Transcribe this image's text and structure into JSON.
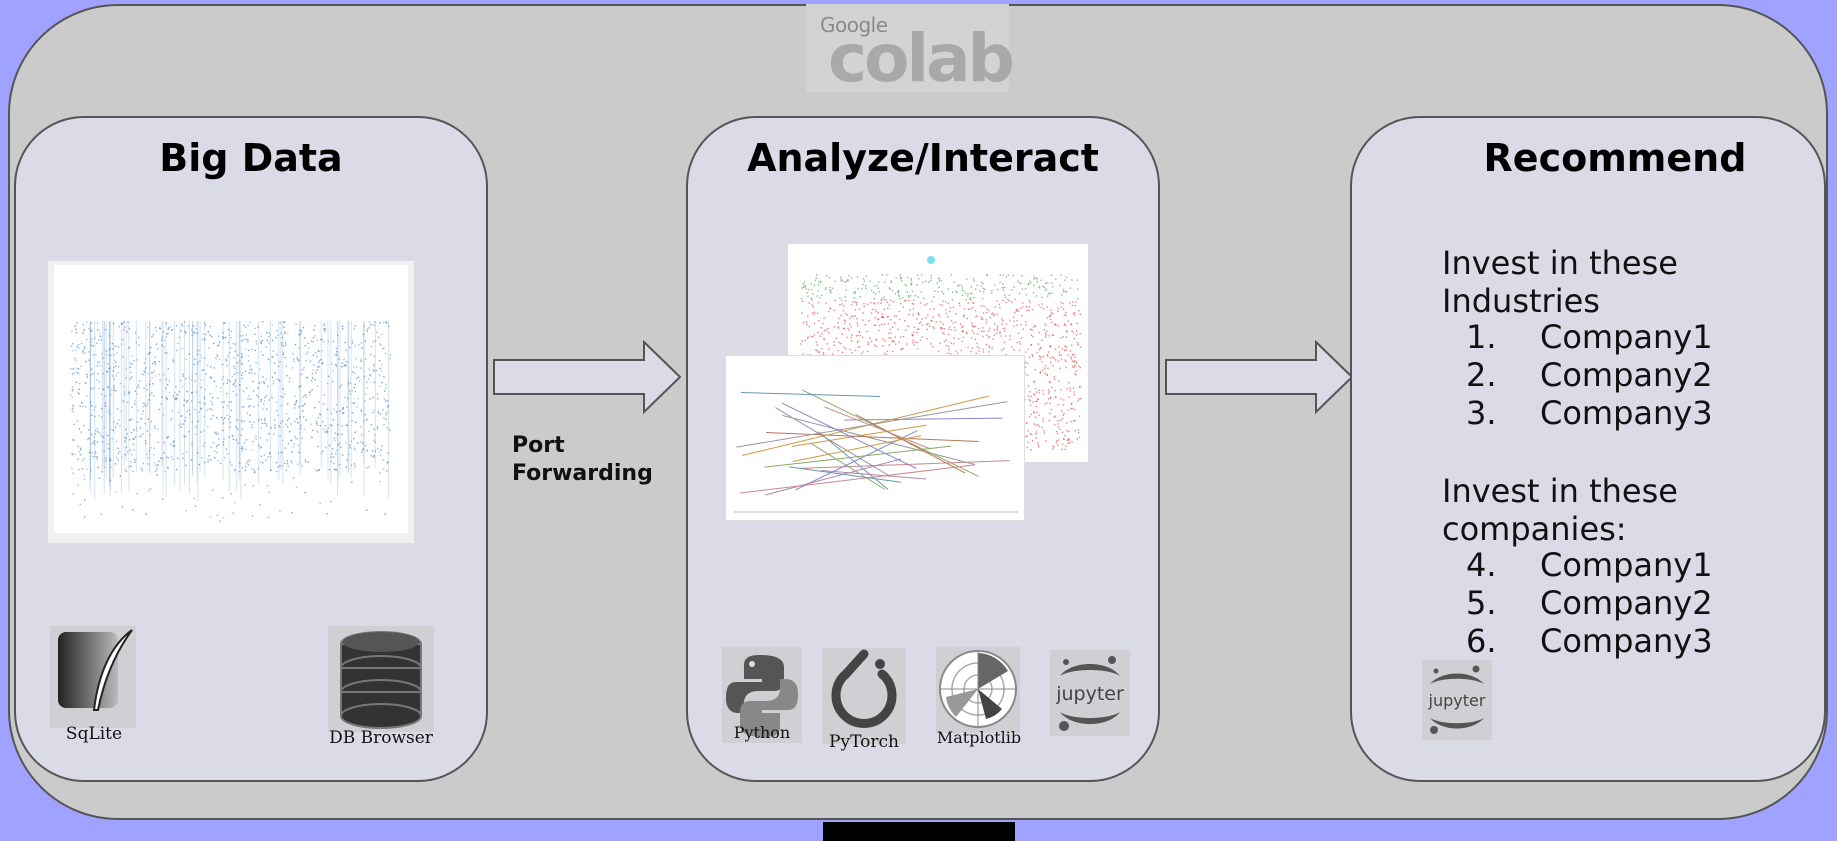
{
  "logo": {
    "google": "Google",
    "colab": "colab"
  },
  "panels": {
    "big_data": {
      "title": "Big Data",
      "tools": [
        "SqLite",
        "DB Browser"
      ]
    },
    "analyze": {
      "title": "Analyze/Interact",
      "tools": [
        "Python",
        "PyTorch",
        "Matplotlib",
        "jupyter"
      ]
    },
    "recommend": {
      "title": "Recommend",
      "industries_heading_1": "Invest in these",
      "industries_heading_2": "Industries",
      "industries": [
        {
          "num": "1.",
          "name": "Company1"
        },
        {
          "num": "2.",
          "name": "Company2"
        },
        {
          "num": "3.",
          "name": "Company3"
        }
      ],
      "companies_heading_1": "Invest in these",
      "companies_heading_2": "companies:",
      "companies": [
        {
          "num": "4.",
          "name": "Company1"
        },
        {
          "num": "5.",
          "name": "Company2"
        },
        {
          "num": "6.",
          "name": "Company3"
        }
      ],
      "tool": "jupyter"
    }
  },
  "connector": {
    "line1": "Port",
    "line2": "Forwarding"
  },
  "colors": {
    "background": "#9fa3ff",
    "outer": "#cbcbcb",
    "panel": "#dadbe6",
    "scatter_blue": "#5b8fc2",
    "scatter_red": "#e05050",
    "scatter_green": "#5aa05a"
  }
}
